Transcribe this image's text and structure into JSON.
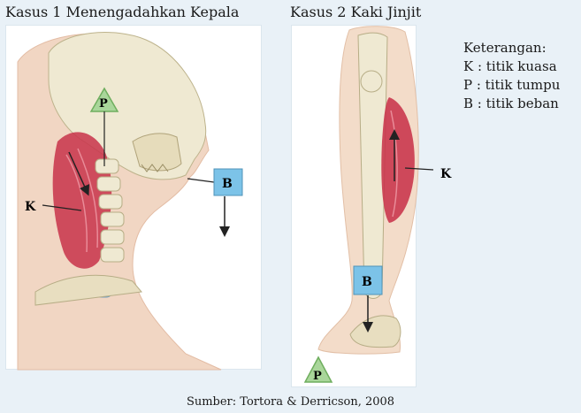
{
  "case1": {
    "title": "Kasus 1 Menengadahkan Kepala",
    "labels": {
      "p": "P",
      "k": "K",
      "b": "B"
    }
  },
  "case2": {
    "title": "Kasus 2 Kaki Jinjit",
    "labels": {
      "p": "P",
      "k": "K",
      "b": "B"
    }
  },
  "legend": {
    "heading": "Keterangan:",
    "items": [
      "K : titik kuasa",
      "P : titik tumpu",
      "B : titik beban"
    ]
  },
  "source": "Sumber: Tortora & Derricson, 2008",
  "colors": {
    "background": "#e9f1f7",
    "panel": "#ffffff",
    "muscle": "#c8334a",
    "bone": "#efe9d2",
    "fulcrum_triangle": "#a9d69a",
    "load_box": "#7cc3e8"
  }
}
